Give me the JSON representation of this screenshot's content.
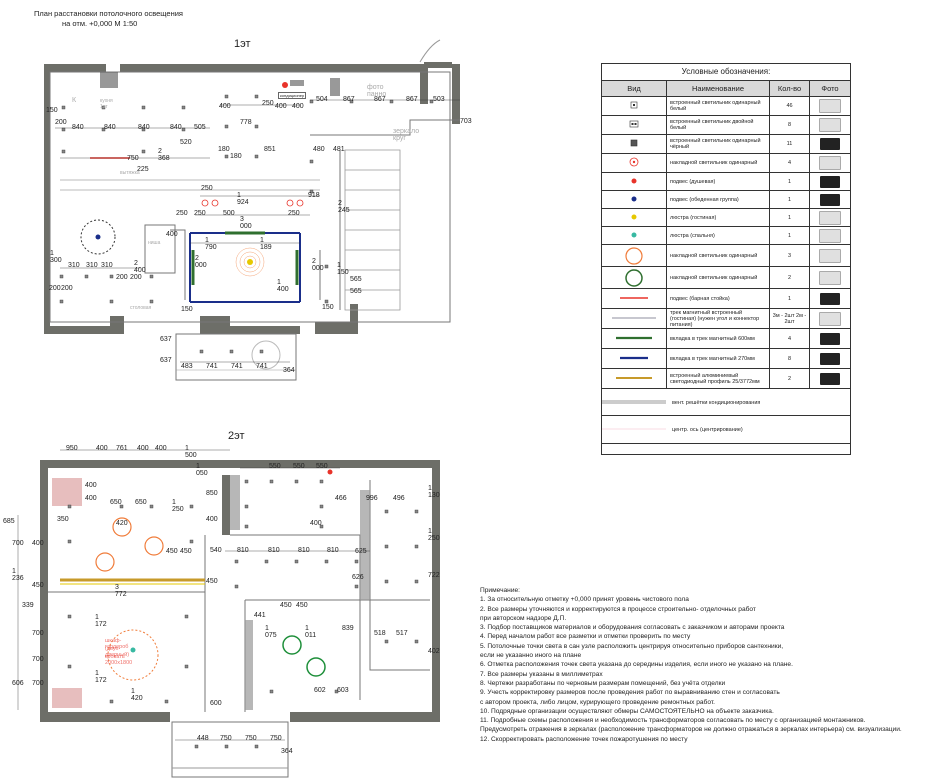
{
  "header": {
    "line1": "План расстановки потолочного освещения",
    "line2": "на отм. +0,000  М 1:50"
  },
  "floor1": {
    "label": "1эт",
    "texts": {
      "photo_panel": "фото панно",
      "mirror": "зеркало круг",
      "k": "К",
      "sink": "кухня 1эт",
      "hood": "вытяжка",
      "dining": "столовая",
      "niche": "нишa",
      "control": "кондиционер"
    },
    "dims": [
      "150",
      "200",
      "840",
      "840",
      "840",
      "840",
      "505",
      "520",
      "750",
      "2 368",
      "225",
      "180",
      "180",
      "250",
      "400",
      "778",
      "400",
      "400",
      "851",
      "504",
      "867",
      "867",
      "867",
      "503",
      "703",
      "480",
      "481",
      "250",
      "1 924",
      "918",
      "250",
      "250",
      "250",
      "500",
      "3 000",
      "2 245",
      "400",
      "1 790",
      "1 189",
      "2 000",
      "2 400",
      "2 000",
      "1 150",
      "310",
      "310",
      "1 300",
      "310",
      "200",
      "200",
      "200",
      "200",
      "1 400",
      "565",
      "565",
      "150",
      "150",
      "637",
      "637",
      "483",
      "741",
      "741",
      "741",
      "364"
    ]
  },
  "floor2": {
    "label": "2эт",
    "texts": {
      "wardrobe_line1": "шкаф-гардероб",
      "wardrobe_line2": "(двух-дверный)",
      "wardrobe_line3": "кровать 2000х1800"
    },
    "dims": [
      "950",
      "400",
      "761",
      "400",
      "400",
      "1 500",
      "1 050",
      "550",
      "550",
      "550",
      "400",
      "850",
      "400",
      "650",
      "650",
      "1 250",
      "466",
      "996",
      "496",
      "1 130",
      "420",
      "400",
      "400",
      "450",
      "450",
      "540",
      "810",
      "810",
      "810",
      "810",
      "625",
      "1 250",
      "685",
      "350",
      "700",
      "400",
      "1 236",
      "450",
      "3 772",
      "450",
      "626",
      "722",
      "339",
      "450",
      "450",
      "441",
      "1 075",
      "1 011",
      "839",
      "1 172",
      "518",
      "517",
      "700",
      "1 172",
      "402",
      "700",
      "606",
      "700",
      "1 420",
      "602",
      "603",
      "600",
      "448",
      "750",
      "750",
      "750",
      "364"
    ]
  },
  "legend": {
    "title": "Условные обозначения:",
    "headers": [
      "Вид",
      "Наименование",
      "Кол-во",
      "Фото"
    ],
    "rows": [
      {
        "name": "встроенный светильник одинарный белый",
        "qty": "46"
      },
      {
        "name": "встроенный светильник двойной белый",
        "qty": "8"
      },
      {
        "name": " встроенный светильник одинарный чёрный",
        "qty": "11"
      },
      {
        "name": "накладной светильник одинарный",
        "qty": "4"
      },
      {
        "name": "подвес (душевая)",
        "qty": "1"
      },
      {
        "name": "подвес (обеденная группа)",
        "qty": "1"
      },
      {
        "name": "люстра (гостиная)",
        "qty": "1"
      },
      {
        "name": " люстра (спальня)",
        "qty": "1"
      },
      {
        "name": "накладной светильник одинарный",
        "qty": "3"
      },
      {
        "name": "накладной светильник одинарный",
        "qty": "2"
      },
      {
        "name": "подвес (барная стойка)",
        "qty": "1"
      },
      {
        "name": "трек магнитный встроенный (гостиная) (нужен угол и коннектор питания)",
        "qty": "3м - 2шт 2м - 2шт"
      },
      {
        "name": "вкладка в трек магнитный 600мм",
        "qty": "4"
      },
      {
        "name": "вкладка в трек магнитный 270мм",
        "qty": "8"
      },
      {
        "name": "встроенный алюминиевый светодиодный профиль 25/3772мм",
        "qty": "2"
      },
      {
        "name": "вент. решётки кондиционирования",
        "qty": ""
      },
      {
        "name": "центр. ось (центрирование)",
        "qty": ""
      }
    ],
    "colors": {
      "red": "#e8332a",
      "orange": "#f07c3a",
      "green": "#1e8f3a",
      "yellow": "#e6c800",
      "teal": "#38b9a2",
      "grey": "#c7c7cf",
      "darkgreen": "#2f6f2f",
      "navy": "#1a2e8a",
      "gold": "#c79a2a",
      "wall": "#6d6e68"
    }
  },
  "notes": {
    "title": "Примечание:",
    "lines": [
      "1.  За относительную отметку +0,000 принят уровень чистового пола",
      "2.  Все размеры уточняются и корректируются в процессе строительно- отделочных работ",
      "     при авторском надзоре Д.П.",
      "3.  Подбор поставщиков материалов и оборудования согласовать с заказчиком и авторами проекта",
      "4.  Перед началом работ все разметки и отметки проверить по месту",
      "5.  Потолочные точки света в сан узле расположить центрируя относительно приборов сантехники,",
      "     если не указанно иного на плане",
      "6.  Отметка расположения точек света указана до середины изделия, если иного не указано на плане.",
      "7.  Все размеры указаны в миллиметрах",
      "8.  Чертежи разработаны по черновым размерам помещений, без учёта отделки",
      "9.  Учесть корректировку размеров после проведения работ по выравниванию стен и согласовать",
      "     с автором проекта, либо лицом, курирующего проведение ремонтных работ.",
      "10. Подрядные организации осуществляют обмеры САМОСТОЯТЕЛЬНО на объекте заказчика.",
      "11. Подробные схемы расположения и необходимость трансформаторов согласовать по месту с организацией монтажников.",
      "       Предусмотреть отражения в зеркалах (расположение трансформаторов не должно отражаться в зеркалах интерьера) см. визуализации.",
      "12. Скорректировать расположение точек пожаротушения по месту"
    ]
  }
}
